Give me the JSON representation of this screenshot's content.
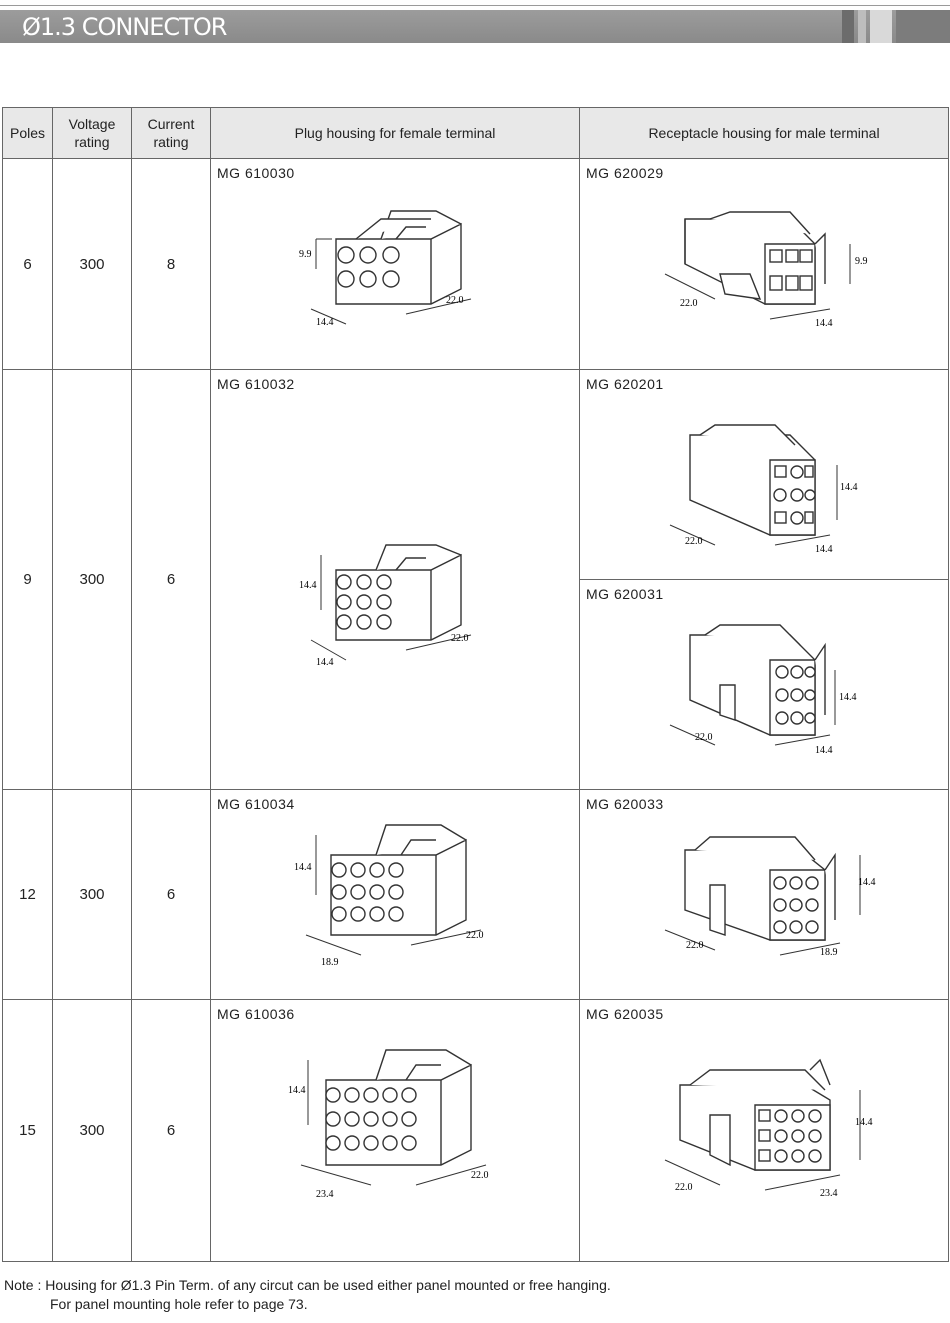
{
  "title": "Ø1.3 CONNECTOR",
  "table": {
    "headers": {
      "poles": "Poles",
      "voltage_line1": "Voltage",
      "voltage_line2": "rating",
      "current_line1": "Current",
      "current_line2": "rating",
      "plug": "Plug housing for female terminal",
      "receptacle": "Receptacle housing for male terminal"
    },
    "rows": [
      {
        "poles": "6",
        "voltage": "300",
        "current": "8",
        "plug": {
          "part": "MG 610030",
          "dims": [
            "9.9",
            "14.4",
            "22.0"
          ]
        },
        "receptacles": [
          {
            "part": "MG 620029",
            "dims": [
              "9.9",
              "22.0",
              "14.4"
            ]
          }
        ]
      },
      {
        "poles": "9",
        "voltage": "300",
        "current": "6",
        "plug": {
          "part": "MG 610032",
          "dims": [
            "14.4",
            "14.4",
            "22.0"
          ]
        },
        "receptacles": [
          {
            "part": "MG 620201",
            "dims": [
              "14.4",
              "22.0",
              "14.4"
            ]
          },
          {
            "part": "MG 620031",
            "dims": [
              "14.4",
              "22.0",
              "14.4"
            ]
          }
        ]
      },
      {
        "poles": "12",
        "voltage": "300",
        "current": "6",
        "plug": {
          "part": "MG 610034",
          "dims": [
            "14.4",
            "18.9",
            "22.0"
          ]
        },
        "receptacles": [
          {
            "part": "MG 620033",
            "dims": [
              "14.4",
              "22.0",
              "18.9"
            ]
          }
        ]
      },
      {
        "poles": "15",
        "voltage": "300",
        "current": "6",
        "plug": {
          "part": "MG 610036",
          "dims": [
            "14.4",
            "23.4",
            "22.0"
          ]
        },
        "receptacles": [
          {
            "part": "MG 620035",
            "dims": [
              "14.4",
              "22.0",
              "23.4"
            ]
          }
        ]
      }
    ]
  },
  "note": {
    "line1": "Note : Housing for Ø1.3 Pin Term. of any circut can be used either panel mounted or free hanging.",
    "line2": "For panel mounting hole refer to page 73."
  }
}
